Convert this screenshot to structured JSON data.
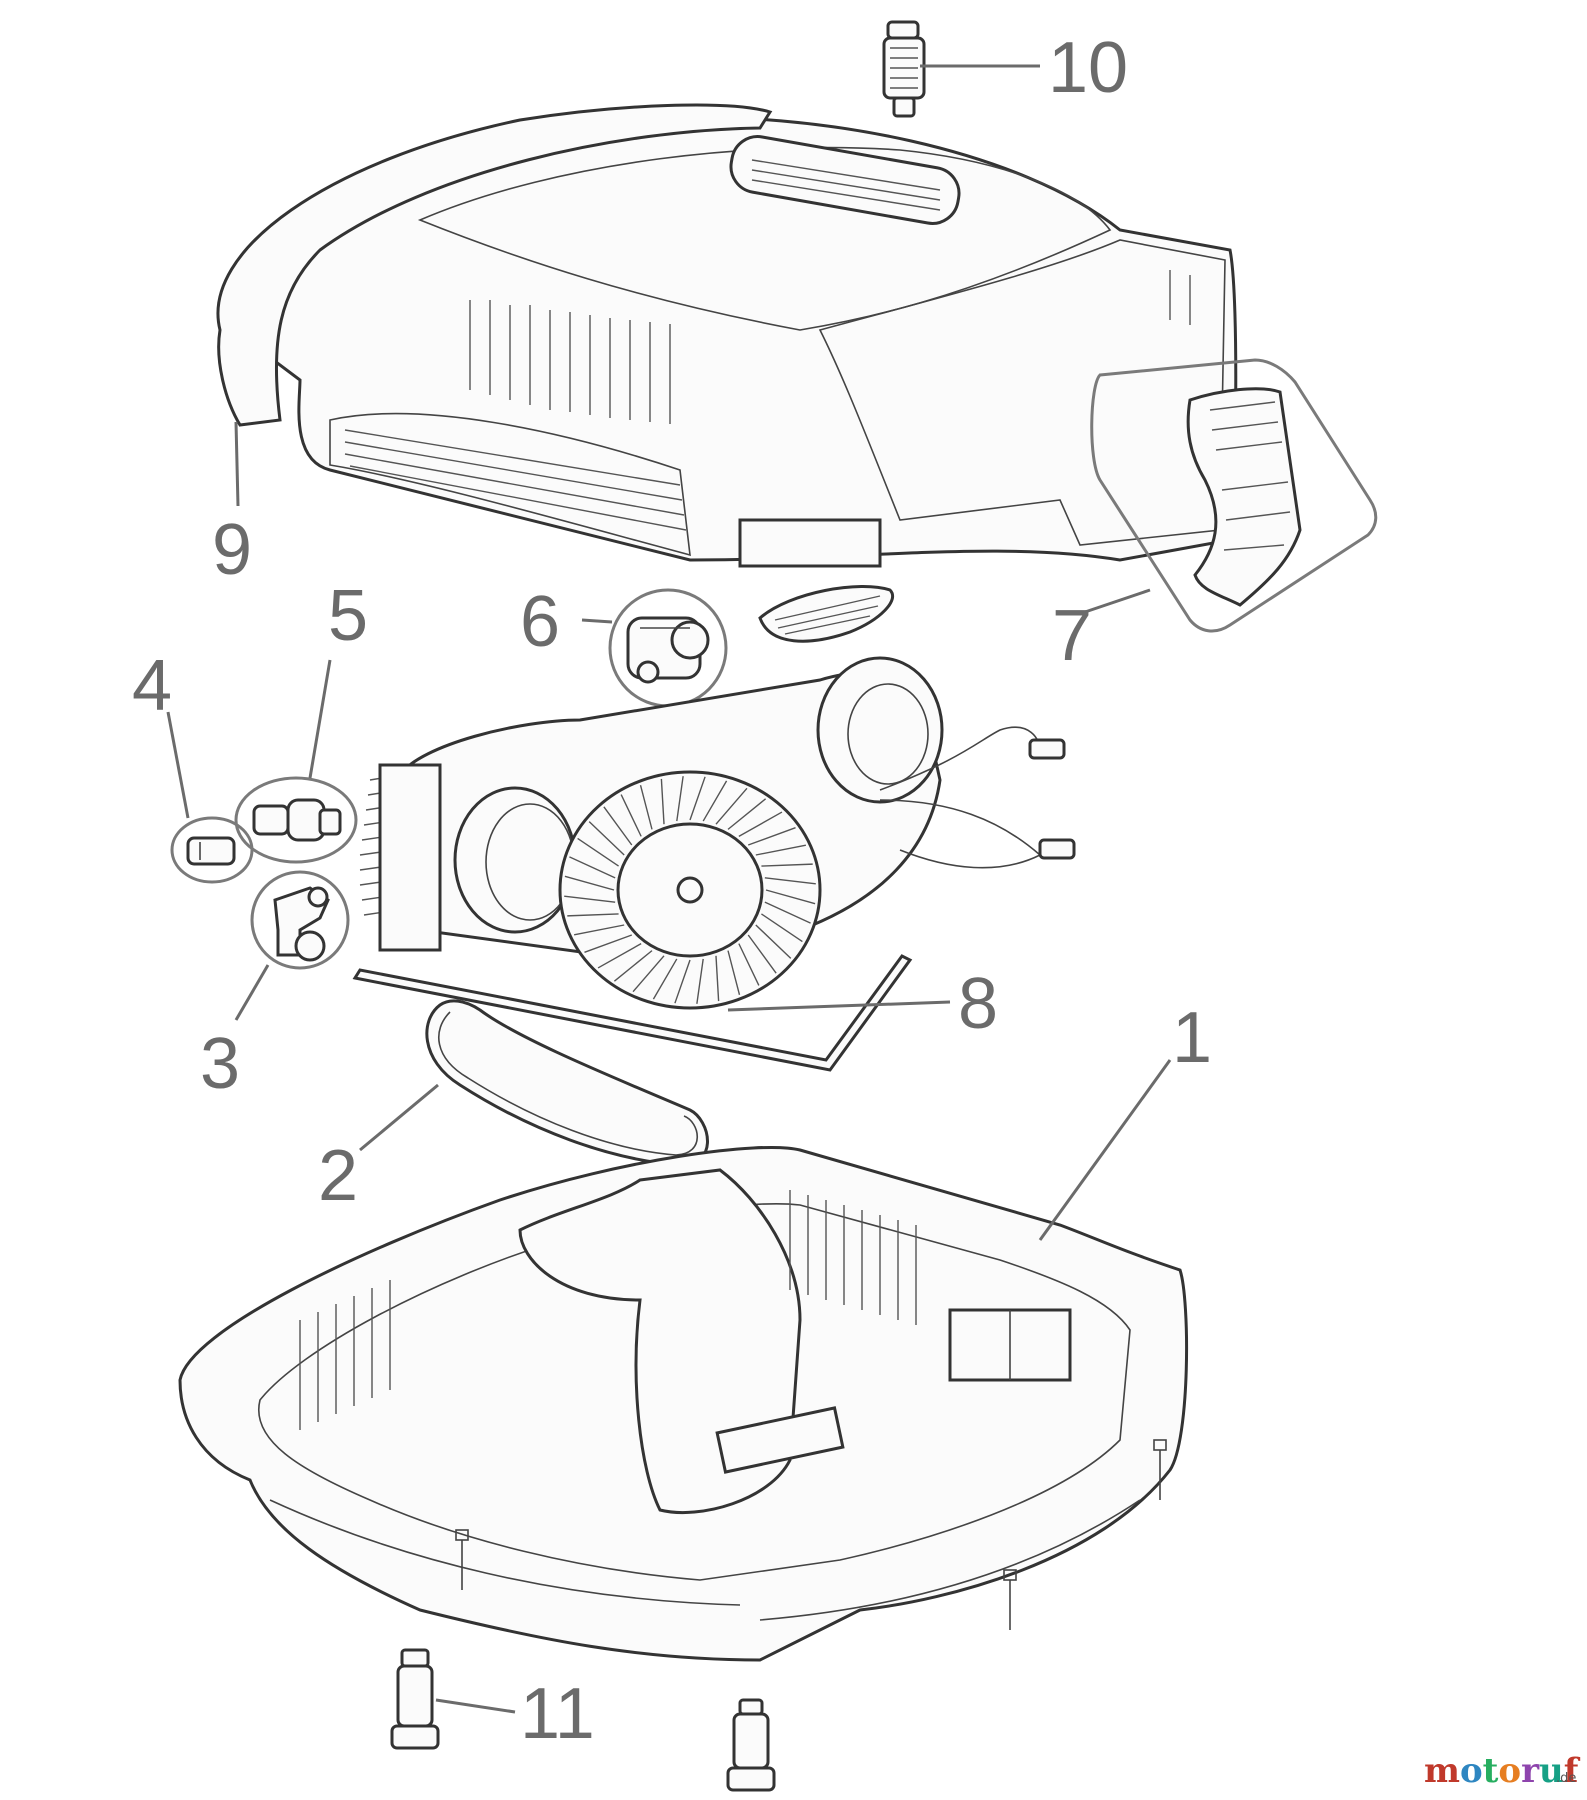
{
  "diagram": {
    "callouts": [
      {
        "id": "1",
        "text": "1"
      },
      {
        "id": "2",
        "text": "2"
      },
      {
        "id": "3",
        "text": "3"
      },
      {
        "id": "4",
        "text": "4"
      },
      {
        "id": "5",
        "text": "5"
      },
      {
        "id": "6",
        "text": "6"
      },
      {
        "id": "7",
        "text": "7"
      },
      {
        "id": "8",
        "text": "8"
      },
      {
        "id": "9",
        "text": "9"
      },
      {
        "id": "10",
        "text": "10"
      },
      {
        "id": "11",
        "text": "11"
      }
    ]
  },
  "watermark": {
    "letters": [
      "m",
      "o",
      "t",
      "o",
      "r",
      "u",
      "f"
    ],
    "letter_colors": [
      "#c0392b",
      "#2e86c1",
      "#27ae60",
      "#e67e22",
      "#8e44ad",
      "#16a085",
      "#c0392b"
    ],
    "suffix": ".de"
  }
}
